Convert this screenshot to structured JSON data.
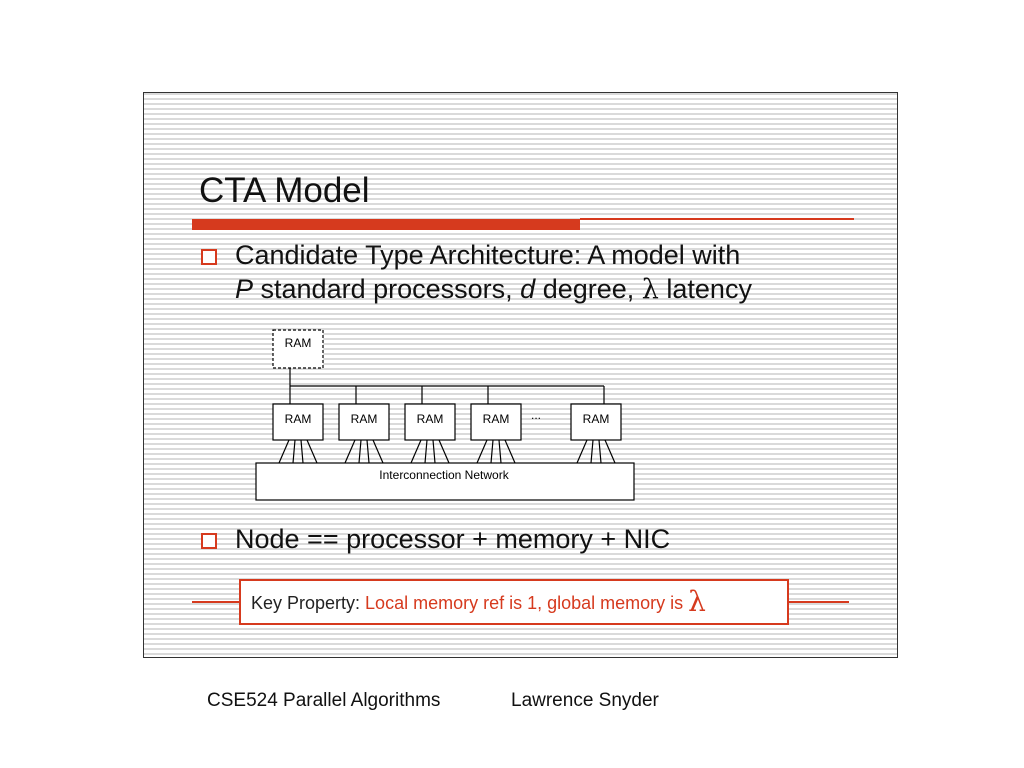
{
  "slide": {
    "title": "CTA Model",
    "bullets": [
      {
        "line1": "Candidate Type Architecture: A model with",
        "line2_p": "P",
        "line2_a": " standard processors, ",
        "line2_d": "d",
        "line2_b": " degree, ",
        "line2_lambda": "λ",
        "line2_c": " latency"
      },
      {
        "text": "Node == processor + memory + NIC"
      }
    ],
    "diagram": {
      "controller_label": "RAM",
      "node_labels": [
        "RAM",
        "RAM",
        "RAM",
        "RAM",
        "RAM"
      ],
      "ellipsis": "...",
      "network_label": "Interconnection Network"
    },
    "key_property": {
      "label": "Key Property: ",
      "value": "Local memory ref is 1, global memory is ",
      "symbol": "λ"
    }
  },
  "footer": {
    "course": "CSE524 Parallel Algorithms",
    "author": "Lawrence Snyder"
  },
  "colors": {
    "accent": "#d63a1e",
    "border": "#333333"
  }
}
